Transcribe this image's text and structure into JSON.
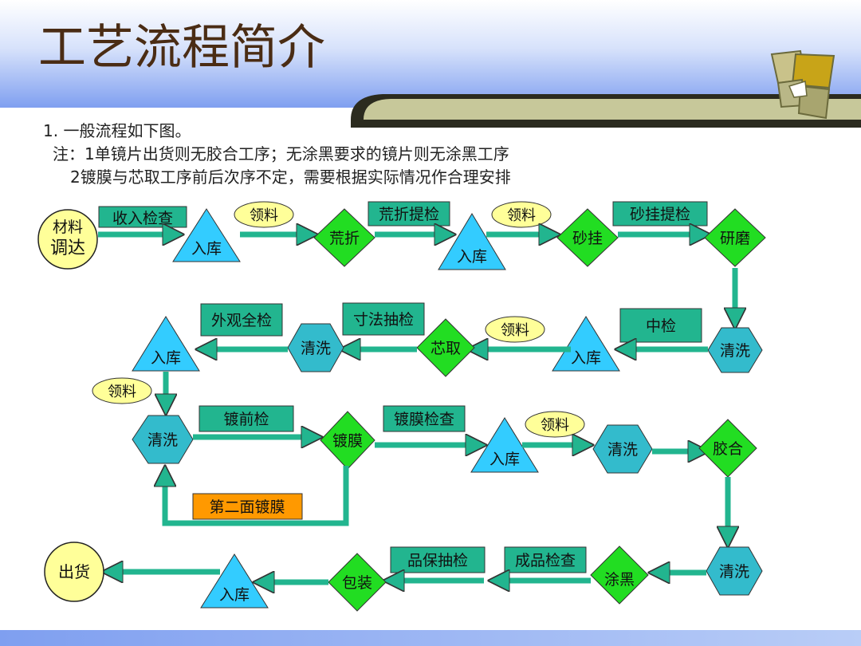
{
  "title": "工艺流程简介",
  "notes": [
    "1. 一般流程如下图。",
    "注：1单镜片出货则无胶合工序；无涂黑要求的镜片则无涂黑工序",
    "2镀膜与芯取工序前后次序不定，需要根据实际情况作合理安排"
  ],
  "colors": {
    "triangle": "#33ccff",
    "diamond": "#22dd22",
    "hexagon": "#33bbcc",
    "label_box": "#22b58f",
    "arrow": "#22b58f",
    "oval": "#ffff99",
    "title_text": "#4a2c14",
    "orange_box": "#ff9900"
  },
  "flow": {
    "start": {
      "line1": "材料",
      "line2": "调达"
    },
    "row1": {
      "check1": "收入检查",
      "store1": "入库",
      "pick1": "领料",
      "cut": "荒折",
      "check2": "荒折提检",
      "store2": "入库",
      "pick2": "领料",
      "grind1": "砂挂",
      "check3": "砂挂提检",
      "grind2": "研磨"
    },
    "row2": {
      "wash1": "清洗",
      "check4": "中检",
      "store3": "入库",
      "pick3": "领料",
      "center": "芯取",
      "check5": "寸法抽检",
      "wash2": "清洗",
      "check6": "外观全检",
      "store4": "入库"
    },
    "row3": {
      "pick4": "领料",
      "wash3": "清洗",
      "check7": "镀前检",
      "coat": "镀膜",
      "second": "第二面镀膜",
      "check8": "镀膜检查",
      "store5": "入库",
      "pick5": "领料",
      "wash4": "清洗",
      "glue": "胶合"
    },
    "row4": {
      "wash5": "清洗",
      "black": "涂黑",
      "check9": "成品检查",
      "check10": "品保抽检",
      "pack": "包装",
      "store6": "入库",
      "ship": "出货"
    }
  }
}
